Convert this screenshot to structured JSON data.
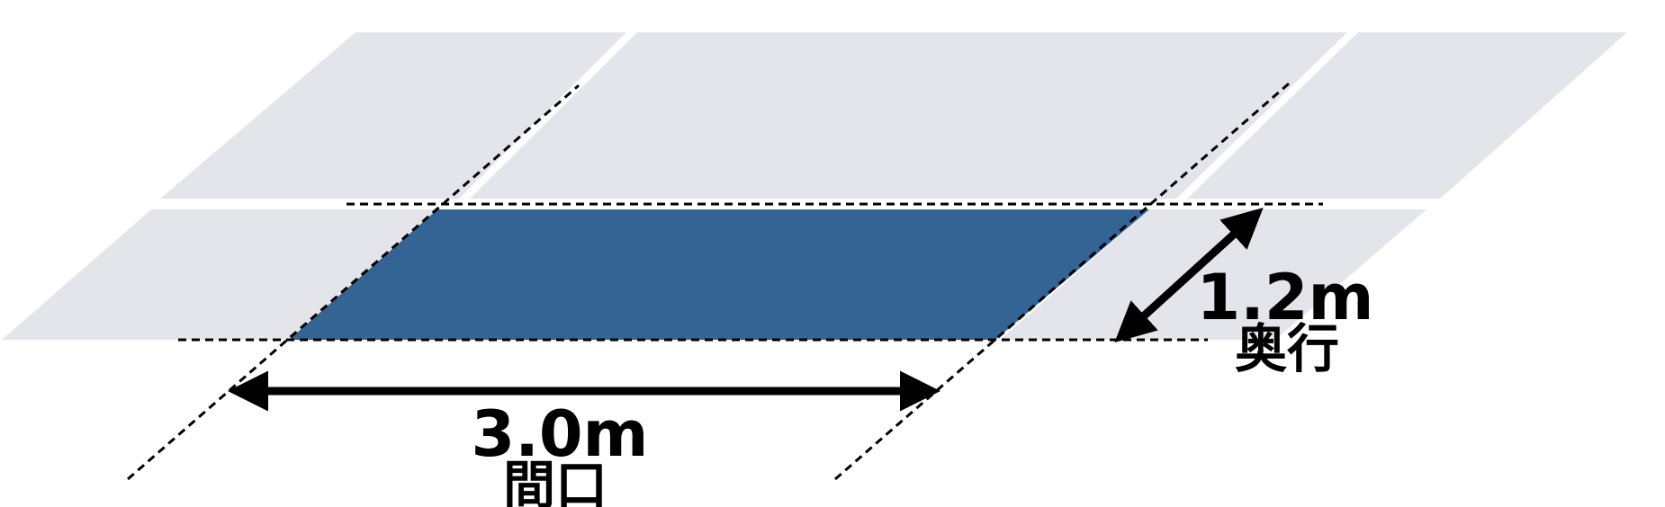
{
  "colors": {
    "background": "#ffffff",
    "panel": "#e4e5eb",
    "highlight": "#336494",
    "line": "#000000"
  },
  "width_dimension": {
    "value": "3.0m",
    "label": "間口"
  },
  "depth_dimension": {
    "value": "1.2m",
    "label": "奥行"
  }
}
